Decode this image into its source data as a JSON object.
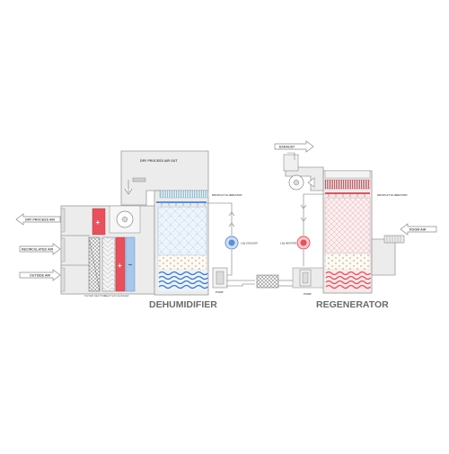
{
  "labels": {
    "dry_process_air_out": "DRY PROCESS AIR OUT",
    "dry_process_air": "DRY PROCESS AIR",
    "recirculated_air": "RECIRCULATED AIR",
    "outside_air": "OUTSIDE AIR",
    "filter_section": "FILTER SECTION",
    "heat_exchanger": "HEAT EXCHANGER",
    "droplet_eliminator_left": "DROPLET ELIMINATOR",
    "droplet_eliminator_right": "DROPLET ELIMINATOR",
    "liquid_cooler": "LIQ COOLER",
    "liquid_heater": "LIQ HEATER",
    "pump_left": "PUMP",
    "pump_right": "PUMP",
    "exhaust": "EXHAUST",
    "room_air": "ROOM AIR",
    "dehumidifier": "DEHUMIDIFIER",
    "regenerator": "REGENERATOR"
  },
  "colors": {
    "cool_blue": "#5b8fd6",
    "hot_red": "#e8505b",
    "cool_fill": "#eaf3fb",
    "hot_fill": "#fbe8ea",
    "wall": "#ececec",
    "outline": "#9a9a9a"
  }
}
